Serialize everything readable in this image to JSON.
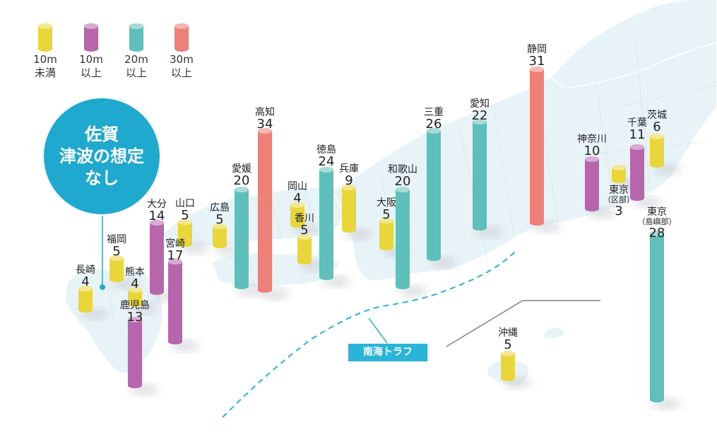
{
  "colors": {
    "under_10": "#e8d63a",
    "over_10": "#b766ae",
    "over_20": "#5fbfba",
    "over_30": "#ef8077",
    "accent": "#1fa9cf",
    "land": "#e8f3f8",
    "trough_line": "#2ab4d8"
  },
  "legend": [
    {
      "line1": "10m",
      "line2": "未満",
      "category": "under_10"
    },
    {
      "line1": "10m",
      "line2": "以上",
      "category": "over_10"
    },
    {
      "line1": "20m",
      "line2": "以上",
      "category": "over_20"
    },
    {
      "line1": "30m",
      "line2": "以上",
      "category": "over_30"
    }
  ],
  "saga_note": "佐賀\n津波の想定\nなし",
  "trough_label": "南海トラフ",
  "prefectures": [
    {
      "name": "長崎",
      "value": "4",
      "category": "under_10"
    },
    {
      "name": "福岡",
      "value": "5",
      "category": "under_10"
    },
    {
      "name": "熊本",
      "value": "4",
      "category": "under_10"
    },
    {
      "name": "鹿児島",
      "value": "13",
      "category": "over_10"
    },
    {
      "name": "大分",
      "value": "14",
      "category": "over_10"
    },
    {
      "name": "宮崎",
      "value": "17",
      "category": "over_10"
    },
    {
      "name": "山口",
      "value": "5",
      "category": "under_10"
    },
    {
      "name": "広島",
      "value": "5",
      "category": "under_10"
    },
    {
      "name": "愛媛",
      "value": "20",
      "category": "over_20"
    },
    {
      "name": "高知",
      "value": "34",
      "category": "over_30"
    },
    {
      "name": "岡山",
      "value": "4",
      "category": "under_10"
    },
    {
      "name": "香川",
      "value": "5",
      "category": "under_10"
    },
    {
      "name": "徳島",
      "value": "24",
      "category": "over_20"
    },
    {
      "name": "兵庫",
      "value": "9",
      "category": "under_10"
    },
    {
      "name": "大阪",
      "value": "5",
      "category": "under_10"
    },
    {
      "name": "和歌山",
      "value": "20",
      "category": "over_20"
    },
    {
      "name": "三重",
      "value": "26",
      "category": "over_20"
    },
    {
      "name": "愛知",
      "value": "22",
      "category": "over_20"
    },
    {
      "name": "静岡",
      "value": "31",
      "category": "over_30"
    },
    {
      "name": "神奈川",
      "value": "10",
      "category": "over_10"
    },
    {
      "name": "東京",
      "sub": "（区部）",
      "value": "3",
      "category": "under_10"
    },
    {
      "name": "千葉",
      "value": "11",
      "category": "over_10"
    },
    {
      "name": "茨城",
      "value": "6",
      "category": "under_10"
    },
    {
      "name": "東京",
      "sub": "（島嶼部）",
      "value": "28",
      "category": "over_20"
    },
    {
      "name": "沖縄",
      "value": "5",
      "category": "under_10"
    }
  ]
}
